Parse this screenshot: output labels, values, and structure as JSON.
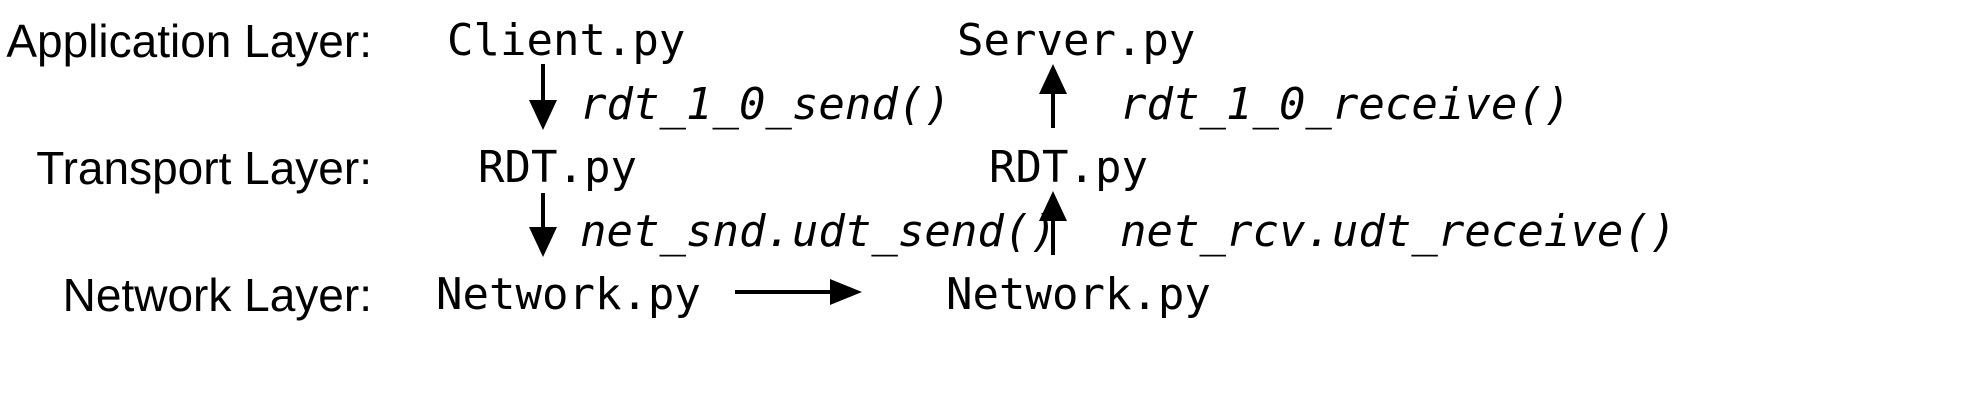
{
  "layers": {
    "application": "Application Layer:",
    "transport": "Transport Layer:",
    "network": "Network Layer:"
  },
  "client_side": {
    "app": "Client.py",
    "transport": "RDT.py",
    "network": "Network.py",
    "app_to_transport_call": "rdt_1_0_send()",
    "transport_to_network_call": "net_snd.udt_send()"
  },
  "server_side": {
    "app": "Server.py",
    "transport": "RDT.py",
    "network": "Network.py",
    "transport_to_app_call": "rdt_1_0_receive()",
    "network_to_transport_call": "net_rcv.udt_receive()"
  },
  "colors": {
    "text": "#000000",
    "arrow": "#000000",
    "background": "#ffffff"
  }
}
